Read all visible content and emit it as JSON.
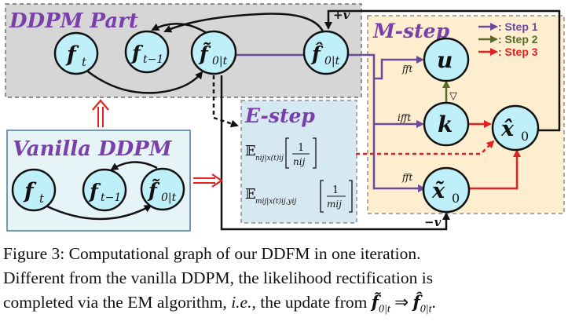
{
  "panels": {
    "ddpm_part": "DDPM Part",
    "vanilla_ddpm": "Vanilla DDPM",
    "m_step": "M-step",
    "e_step": "E-step"
  },
  "nodes": {
    "f_t": "f",
    "f_t_sub": "t",
    "f_t1": "f",
    "f_t1_sub": "t−1",
    "f_tilde": "f̃",
    "f_tilde_sub": "0|t",
    "f_hat": "f̂",
    "f_hat_sub": "0|t",
    "u": "u",
    "k": "k",
    "x_hat": "x̂",
    "x_hat_sub": "0",
    "x_tilde": "x̃",
    "x_tilde_sub": "0"
  },
  "edge_labels": {
    "plus_v": "+v",
    "minus_v": "−v",
    "fft_top": "fft",
    "ifft": "ifft",
    "fft_bottom": "fft",
    "nabla": "▽"
  },
  "legend": [
    {
      "label": ": Step 1",
      "color": "#6a4a9a"
    },
    {
      "label": ": Step 2",
      "color": "#5a6a2a"
    },
    {
      "label": ": Step 3",
      "color": "#e52020"
    }
  ],
  "e_step_formulas": {
    "e1": "𝔼",
    "e1_sub": "nij|x(t)ij",
    "e1_num": "1",
    "e1_den": "nij",
    "e2": "𝔼",
    "e2_sub": "mij|x(t)ij,yij",
    "e2_num": "1",
    "e2_den": "mij"
  },
  "colors": {
    "node_fill": "#bff0fa",
    "node_stroke": "#111111",
    "ddpm_bg": "#d6d6d6",
    "vanilla_bg": "#e6f4f8",
    "estep_bg": "#d6e8f2",
    "mstep_bg": "#fdeed0",
    "title_purple": "#7a3faa",
    "red": "#e52020",
    "purple_arrow": "#6a4a9a",
    "olive_arrow": "#5a6a2a"
  },
  "caption": {
    "line1": "Figure 3:  Computational graph of our DDFM in one iteration.",
    "line2": "Different from the vanilla DDPM, the likelihood rectification is",
    "line3_a": "completed via the EM algorithm, ",
    "line3_ie": "i.e.",
    "line3_b": ", the update from ",
    "line3_f1": "f̃",
    "line3_f1_sub": "0|t",
    "line3_arrow": " ⇒ ",
    "line3_f2": "f̂",
    "line3_f2_sub": "0|t",
    "line3_end": "."
  }
}
